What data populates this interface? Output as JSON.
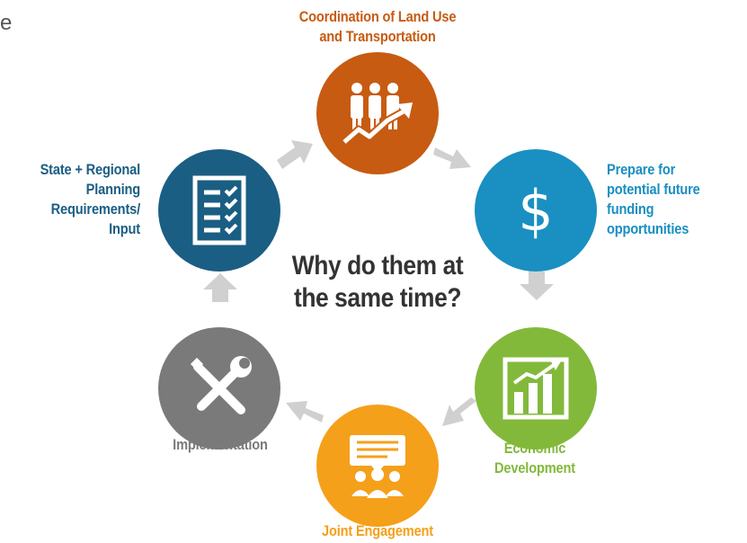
{
  "stray_char": "e",
  "center_title": [
    "Why do them at",
    "the same time?"
  ],
  "nodes": {
    "coordination": {
      "label": [
        "Coordination of Land Use",
        "and Transportation"
      ],
      "color": "#c75b12",
      "icon": "people-growth-icon"
    },
    "funding": {
      "label": [
        "Prepare for",
        "potential future",
        "funding",
        "opportunities"
      ],
      "color": "#1a8fc1",
      "icon": "dollar-icon"
    },
    "economic": {
      "label": [
        "Economic",
        "Development"
      ],
      "color": "#82b93b",
      "icon": "bar-chart-icon"
    },
    "engagement": {
      "label": [
        "Joint Engagement"
      ],
      "color": "#f5a01a",
      "icon": "discussion-icon"
    },
    "implementation": {
      "label": [
        "Implementation"
      ],
      "color": "#7a7a7a",
      "icon": "tools-icon"
    },
    "state": {
      "label": [
        "State + Regional",
        "Planning",
        "Requirements/",
        "Input"
      ],
      "color": "#1b5e83",
      "icon": "checklist-icon"
    }
  },
  "colors": {
    "arrow": "#d0d0d0",
    "center_text": "#333333"
  }
}
